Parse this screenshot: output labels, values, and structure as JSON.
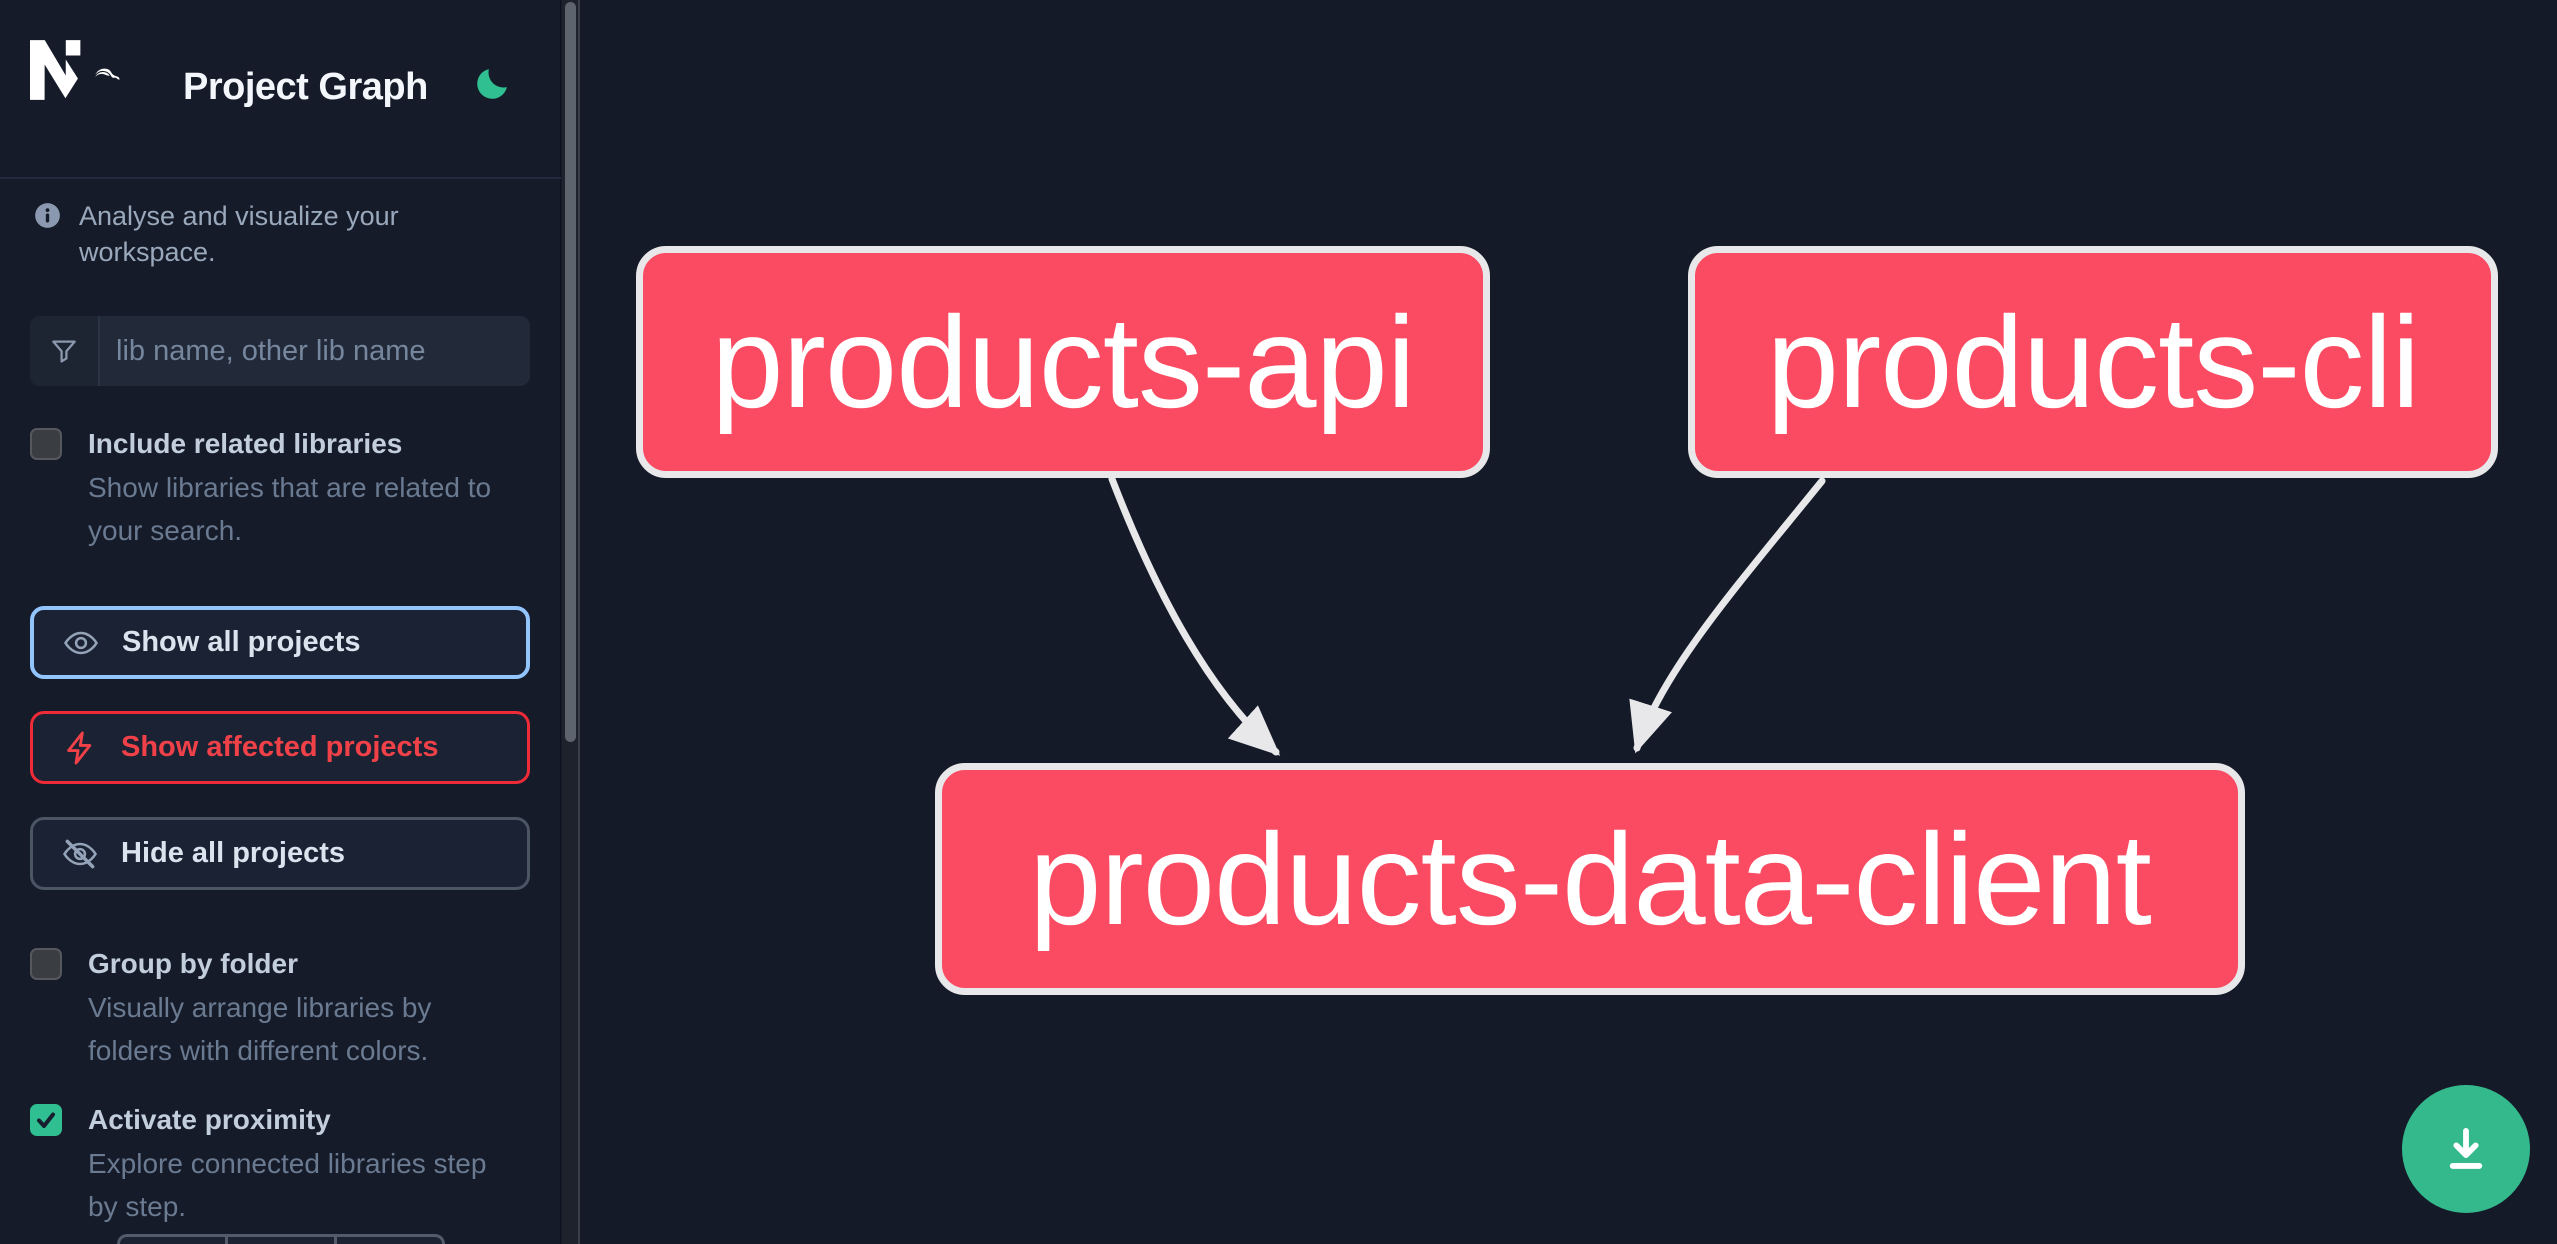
{
  "header": {
    "app_title": "Project Graph",
    "logo": "nx-logo",
    "theme_toggle_icon": "moon"
  },
  "sidebar": {
    "tagline": "Analyse and visualize your workspace.",
    "search": {
      "placeholder": "lib name, other lib name",
      "value": ""
    },
    "include_related": {
      "label": "Include related libraries",
      "description": "Show libraries that are related to your search.",
      "checked": false
    },
    "buttons": {
      "show_all": "Show all projects",
      "show_affected": "Show affected projects",
      "hide_all": "Hide all projects"
    },
    "group_by_folder": {
      "label": "Group by folder",
      "description": "Visually arrange libraries by folders with different colors.",
      "checked": false
    },
    "activate_proximity": {
      "label": "Activate proximity",
      "description": "Explore connected libraries step by step.",
      "checked": true
    }
  },
  "graph": {
    "nodes": [
      {
        "id": "products-api",
        "label": "products-api"
      },
      {
        "id": "products-cli",
        "label": "products-cli"
      },
      {
        "id": "products-data-client",
        "label": "products-data-client"
      }
    ],
    "edges": [
      {
        "from": "products-api",
        "to": "products-data-client"
      },
      {
        "from": "products-cli",
        "to": "products-data-client"
      }
    ]
  },
  "colors": {
    "background": "#151a28",
    "node_fill": "#fb4b63",
    "node_border": "#e8e8ea",
    "accent_green": "#2fbf90",
    "fab_green": "#34b98c",
    "focus_blue": "#93c5fd",
    "affected_red": "#ef2b38"
  }
}
